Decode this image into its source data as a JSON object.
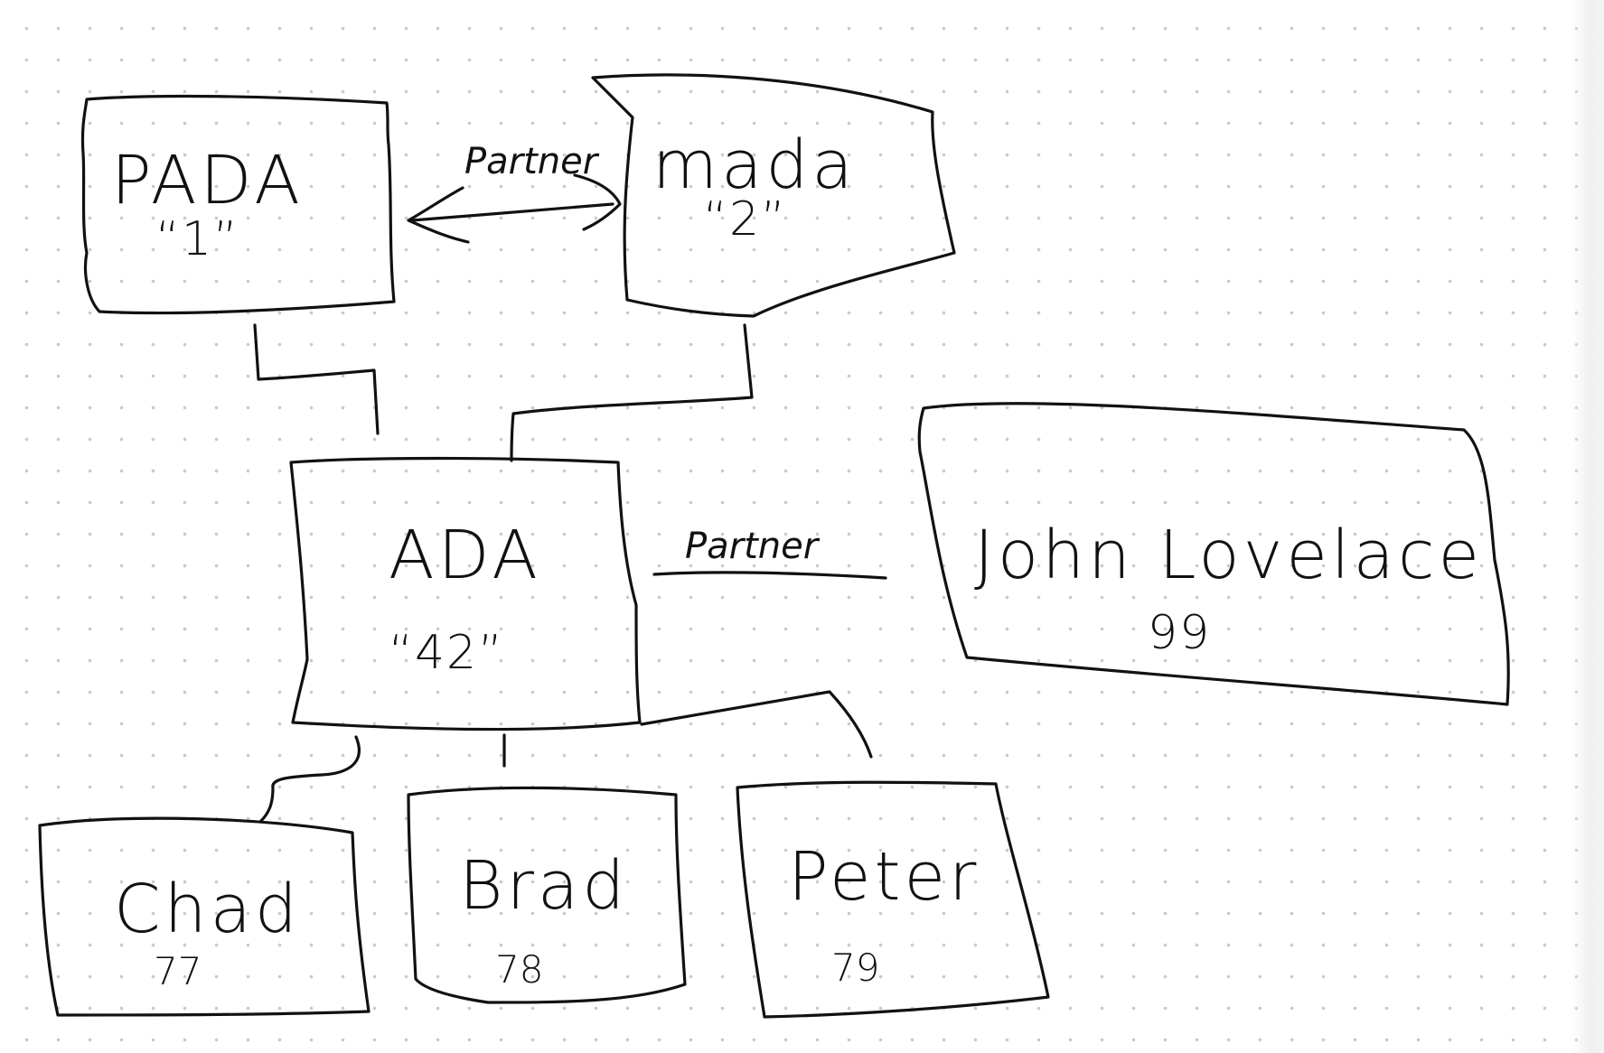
{
  "nodes": {
    "pada": {
      "name": "PADA",
      "number": "“1”"
    },
    "mada": {
      "name": "mada",
      "number": "“2”"
    },
    "ada": {
      "name": "ADA",
      "number": "“42”"
    },
    "john": {
      "name": "John Lovelace",
      "number": "99"
    },
    "chad": {
      "name": "Chad",
      "number": "77"
    },
    "brad": {
      "name": "Brad",
      "number": "78"
    },
    "peter": {
      "name": "Peter",
      "number": "79"
    }
  },
  "edges": {
    "top_partner_label": "Partner",
    "mid_partner_label": "Partner"
  }
}
